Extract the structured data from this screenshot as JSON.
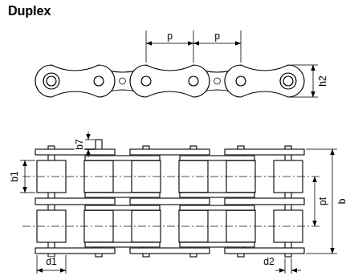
{
  "diagram": {
    "title": "Duplex",
    "labels": [
      "p",
      "p",
      "h2",
      "b7",
      "b1",
      "pt",
      "b",
      "d1",
      "d2"
    ]
  }
}
